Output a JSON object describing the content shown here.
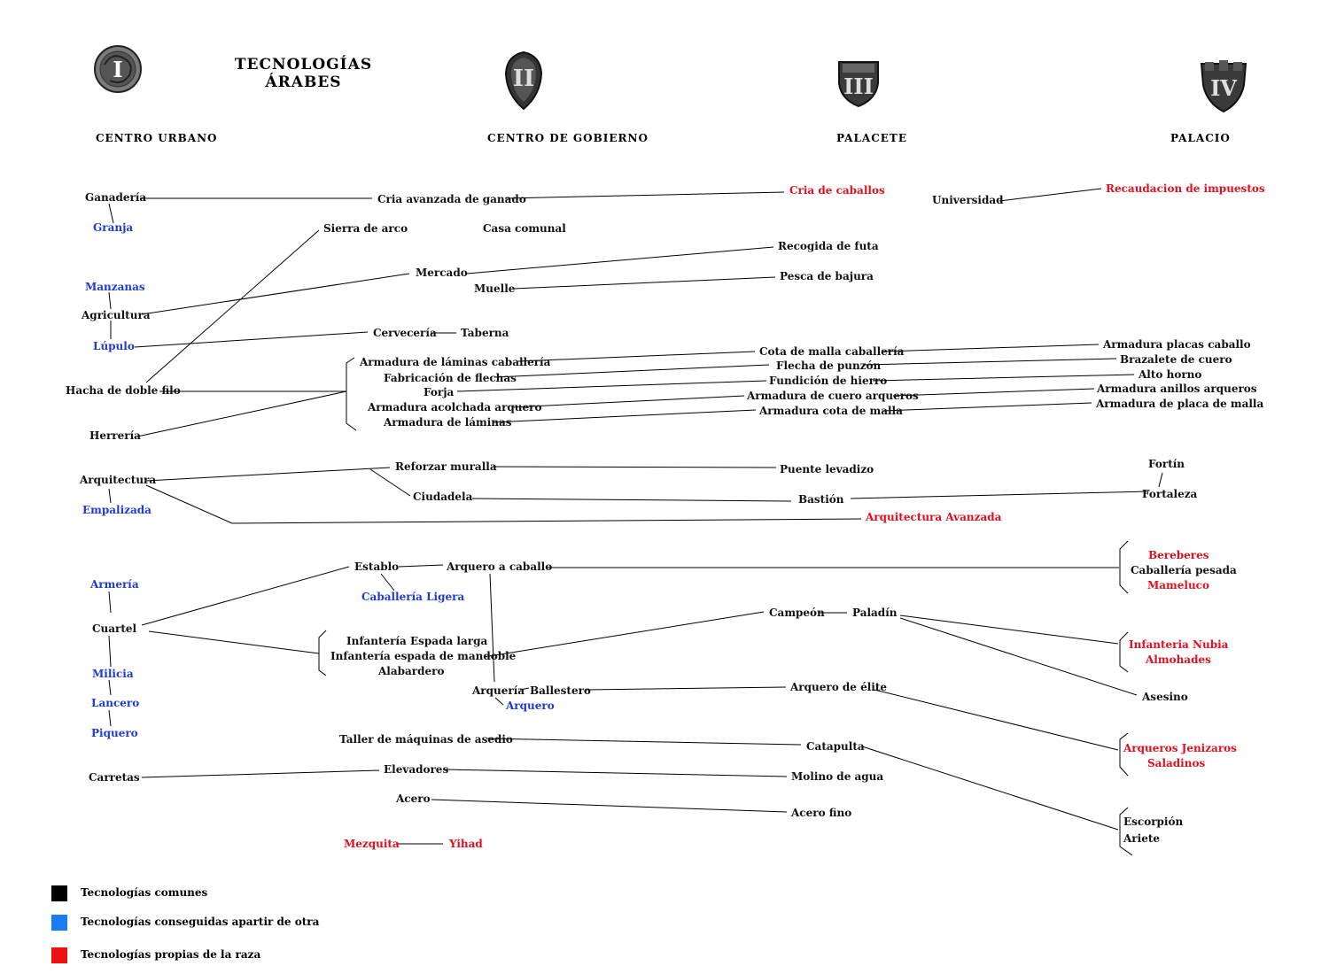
{
  "title": {
    "line1": "TECNOLOGÍAS",
    "line2": "ÁRABES"
  },
  "colors": {
    "common": "#111111",
    "derived": "#1f3bd1",
    "race": "#e0101e",
    "legend_blue": "#1a7cf0"
  },
  "ages": [
    {
      "numeral": "I",
      "label": "CENTRO URBANO"
    },
    {
      "numeral": "II",
      "label": "CENTRO DE GOBIERNO"
    },
    {
      "numeral": "III",
      "label": "PALACETE"
    },
    {
      "numeral": "IV",
      "label": "PALACIO"
    }
  ],
  "nodes": {
    "ganaderia": "Ganadería",
    "granja": "Granja",
    "cria_avanzada": "Cria avanzada de ganado",
    "cria_caballos": "Cria de caballos",
    "universidad": "Universidad",
    "recaudacion": "Recaudacion de impuestos",
    "sierra_arco": "Sierra de arco",
    "casa_comunal": "Casa comunal",
    "recogida_futa": "Recogida de futa",
    "mercado": "Mercado",
    "muelle": "Muelle",
    "pesca_bajura": "Pesca de bajura",
    "manzanas": "Manzanas",
    "agricultura": "Agricultura",
    "lupulo": "Lúpulo",
    "cerveceria": "Cervecería",
    "taberna": "Taberna",
    "armadura_laminas_caballeria": "Armadura de láminas caballería",
    "fabricacion_flechas": "Fabricación de flechas",
    "forja": "Forja",
    "armadura_acolchada": "Armadura acolchada arquero",
    "armadura_laminas": "Armadura de láminas",
    "hacha_doble_filo": "Hacha de doble filo",
    "herreria": "Herrería",
    "cota_malla_caballeria": "Cota de malla caballería",
    "flecha_punzon": "Flecha de punzón",
    "fundicion_hierro": "Fundición de hierro",
    "armadura_cuero_arqueros": "Armadura de cuero arqueros",
    "armadura_cota_malla": "Armadura cota de malla",
    "armadura_placas_caballo": "Armadura placas caballo",
    "brazalete_cuero": "Brazalete de cuero",
    "alto_horno": "Alto horno",
    "armadura_anillos": "Armadura anillos arqueros",
    "armadura_placa_malla": "Armadura de placa de malla",
    "arquitectura": "Arquitectura",
    "empalizada": "Empalizada",
    "reforzar_muralla": "Reforzar muralla",
    "ciudadela": "Ciudadela",
    "puente_levadizo": "Puente levadizo",
    "bastion": "Bastión",
    "fortin": "Fortín",
    "fortaleza": "Fortaleza",
    "arquitectura_avanzada": "Arquitectura Avanzada",
    "establo": "Establo",
    "arquero_caballo": "Arquero a caballo",
    "caballeria_ligera": "Caballería Ligera",
    "bereberes": "Bereberes",
    "caballeria_pesada": "Caballería pesada",
    "mameluco": "Mameluco",
    "armeria": "Armería",
    "cuartel": "Cuartel",
    "milicia": "Milicia",
    "lancero": "Lancero",
    "piquero": "Piquero",
    "infanteria_espada_larga": "Infantería Espada larga",
    "infanteria_mandoble": "Infantería espada de mandoble",
    "alabardero": "Alabardero",
    "campeon": "Campeón",
    "paladin": "Paladín",
    "infanteria_nubia": "Infanteria Nubia",
    "almohades": "Almohades",
    "asesino": "Asesino",
    "arqueria": "Arquería",
    "ballestero": "Ballestero",
    "arquero": "Arquero",
    "arquero_elite": "Arquero de élite",
    "arqueros_jenizaros": "Arqueros Jenizaros",
    "saladinos": "Saladinos",
    "taller_asedio": "Taller de máquinas de asedio",
    "catapulta": "Catapulta",
    "escorpion": "Escorpión",
    "ariete": "Ariete",
    "carretas": "Carretas",
    "elevadores": "Elevadores",
    "molino_agua": "Molino de agua",
    "acero": "Acero",
    "acero_fino": "Acero fino",
    "mezquita": "Mezquita",
    "yihad": "Yihad"
  },
  "legend": [
    {
      "label": "Tecnologías comunes",
      "color": "#000000"
    },
    {
      "label": "Tecnologías conseguidas apartir de otra",
      "color": "#1a7cf0"
    },
    {
      "label": "Tecnologías propias de la raza",
      "color": "#ee1111"
    }
  ]
}
